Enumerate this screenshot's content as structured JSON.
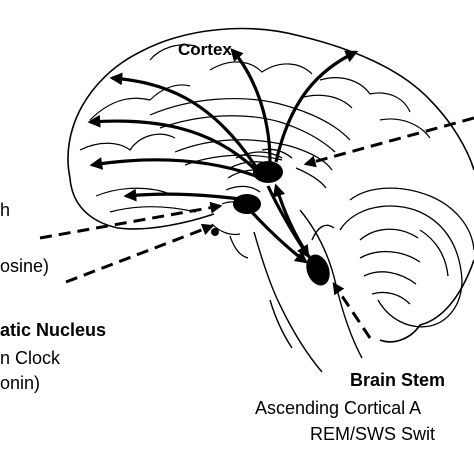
{
  "labels": {
    "cortex": "Cortex",
    "left_fragment_1": "h",
    "left_fragment_2": "osine)",
    "scn_title": "atic Nucleus",
    "scn_line_1": "n Clock",
    "scn_line_2": "onin)",
    "stem_title": "Brain Stem",
    "stem_line_1": "Ascending Cortical A",
    "stem_line_2": "REM/SWS Swit"
  },
  "colors": {
    "ink": "#000000",
    "background": "#ffffff"
  }
}
